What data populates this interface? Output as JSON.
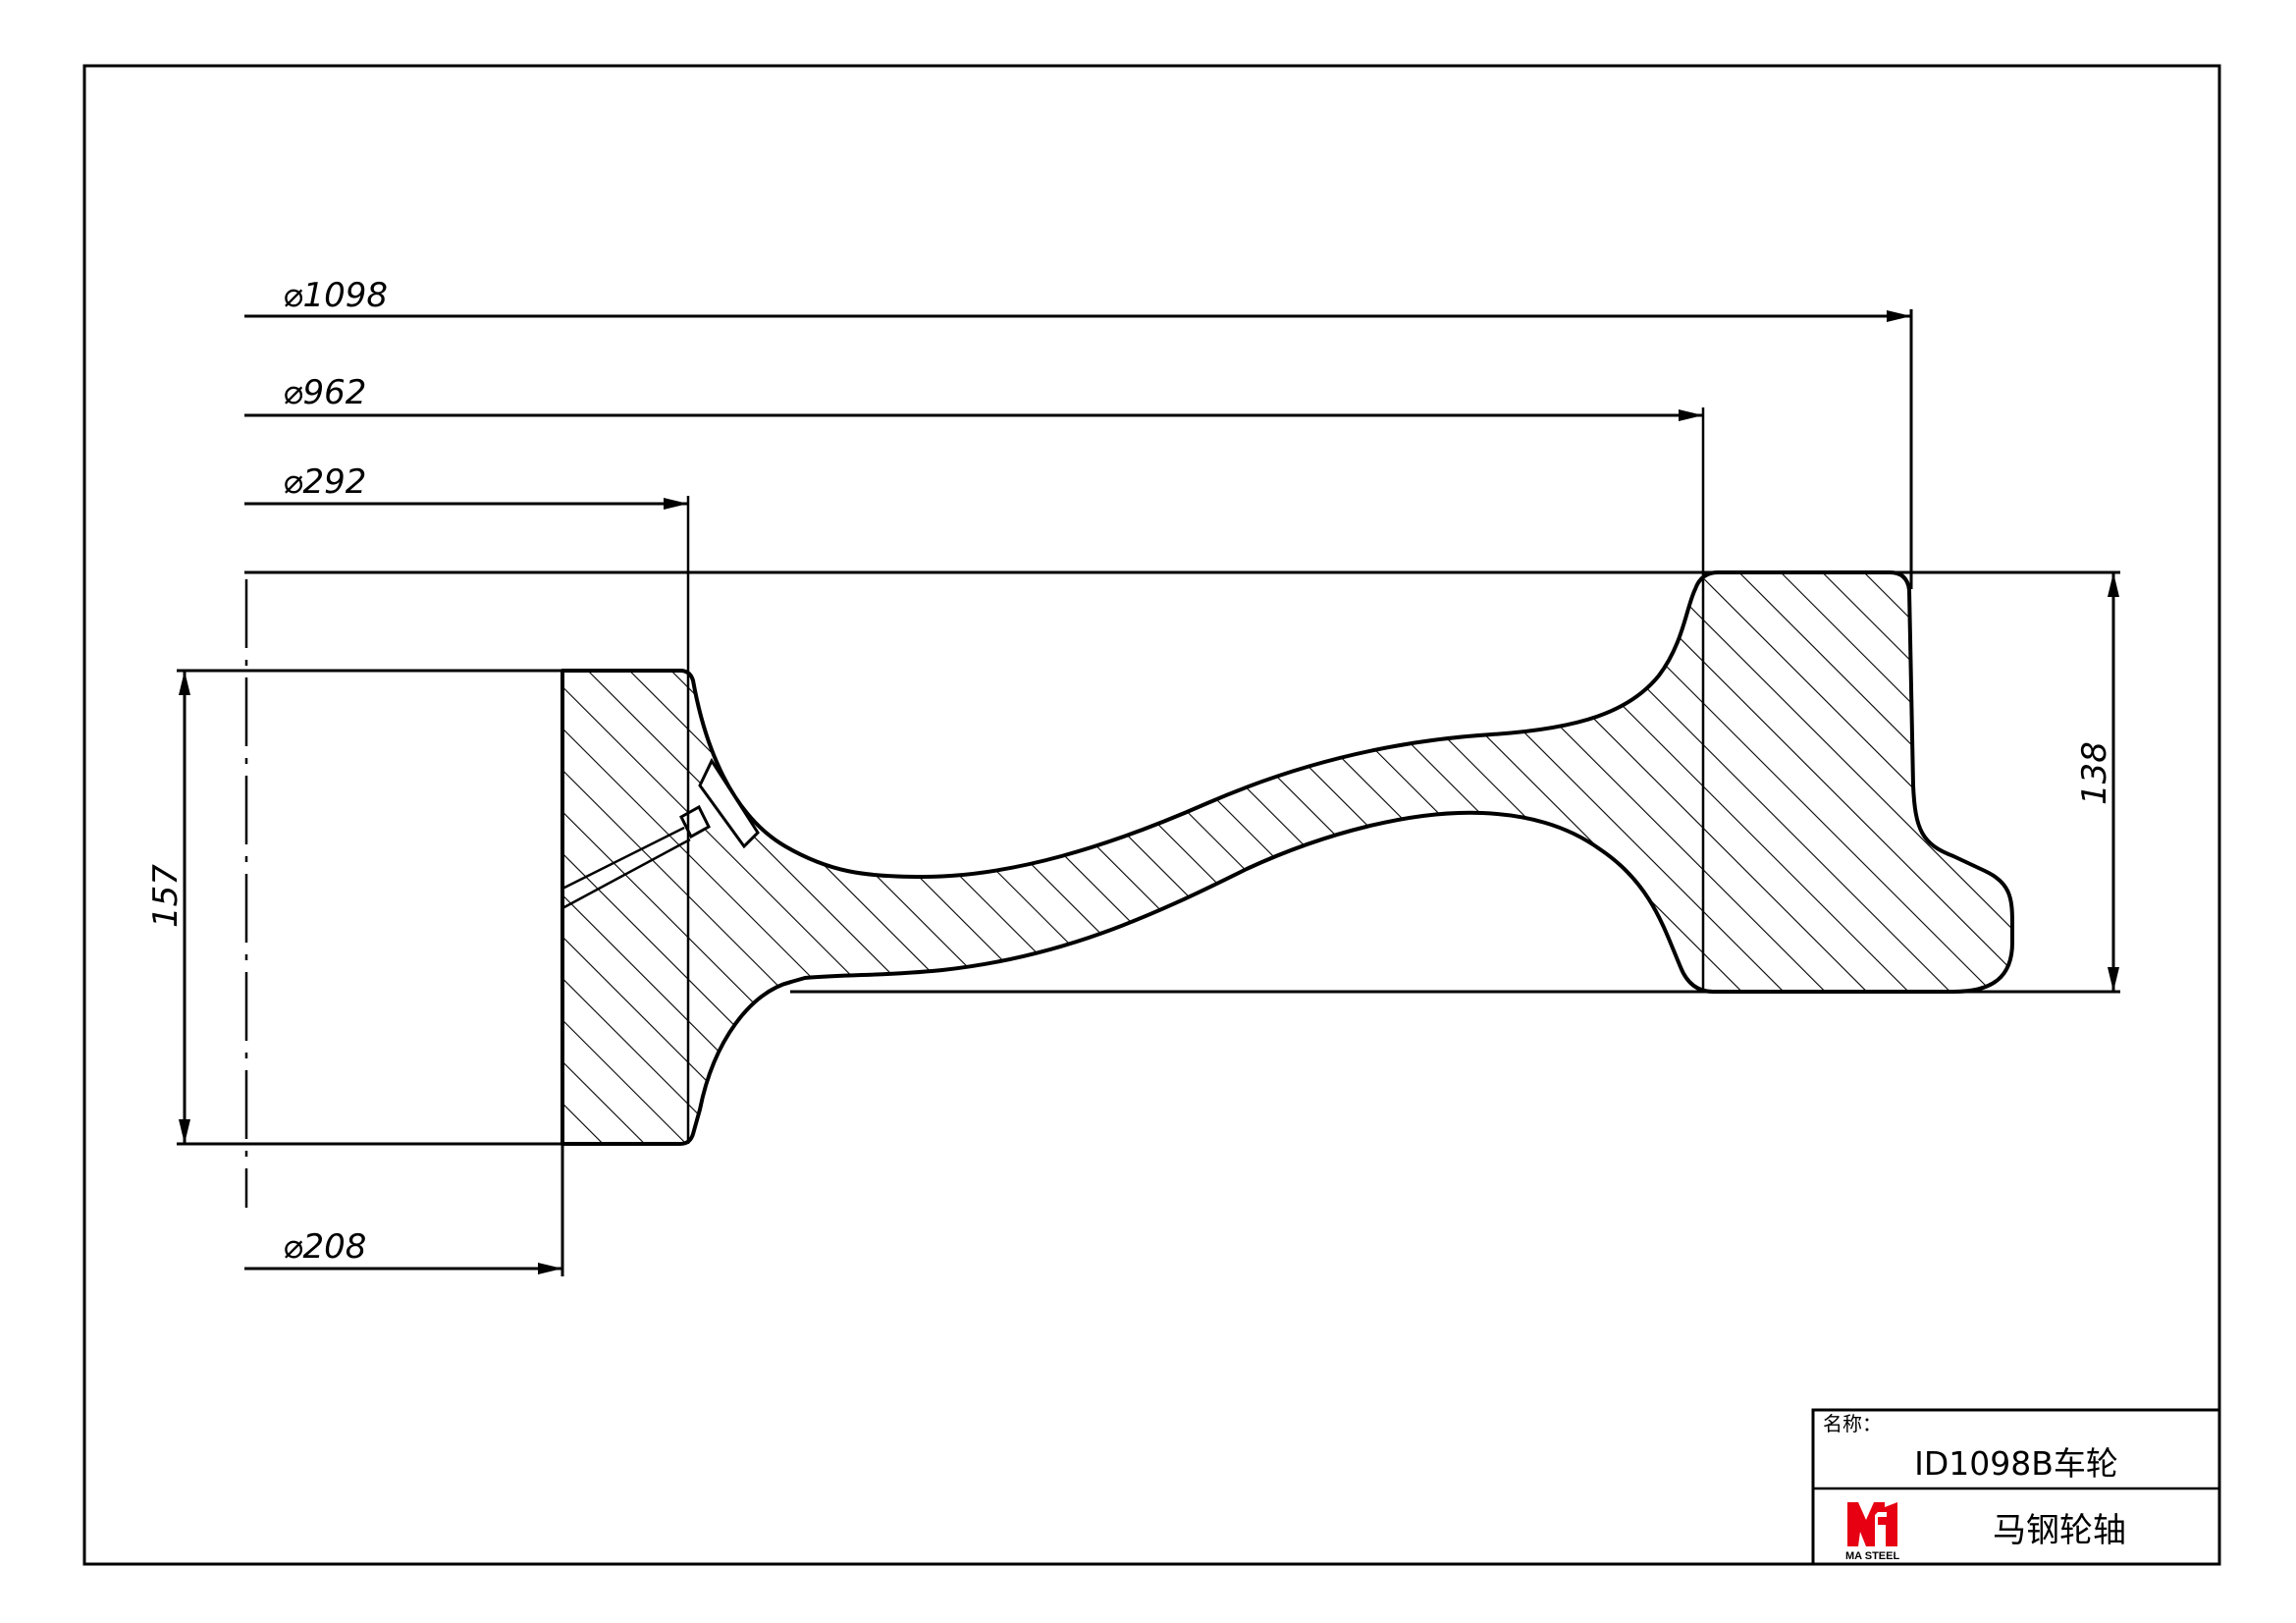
{
  "dimensions": {
    "dia_1098": "⌀1098",
    "dia_962": "⌀962",
    "dia_292": "⌀292",
    "dia_208": "⌀208",
    "len_157": "157",
    "len_138": "138"
  },
  "title_block": {
    "name_label": "名称：",
    "part_name": "ID1098B车轮",
    "company": "马钢轮轴",
    "logo_text": "MA STEEL"
  },
  "colors": {
    "line": "#000000",
    "logo_red": "#e60012"
  }
}
